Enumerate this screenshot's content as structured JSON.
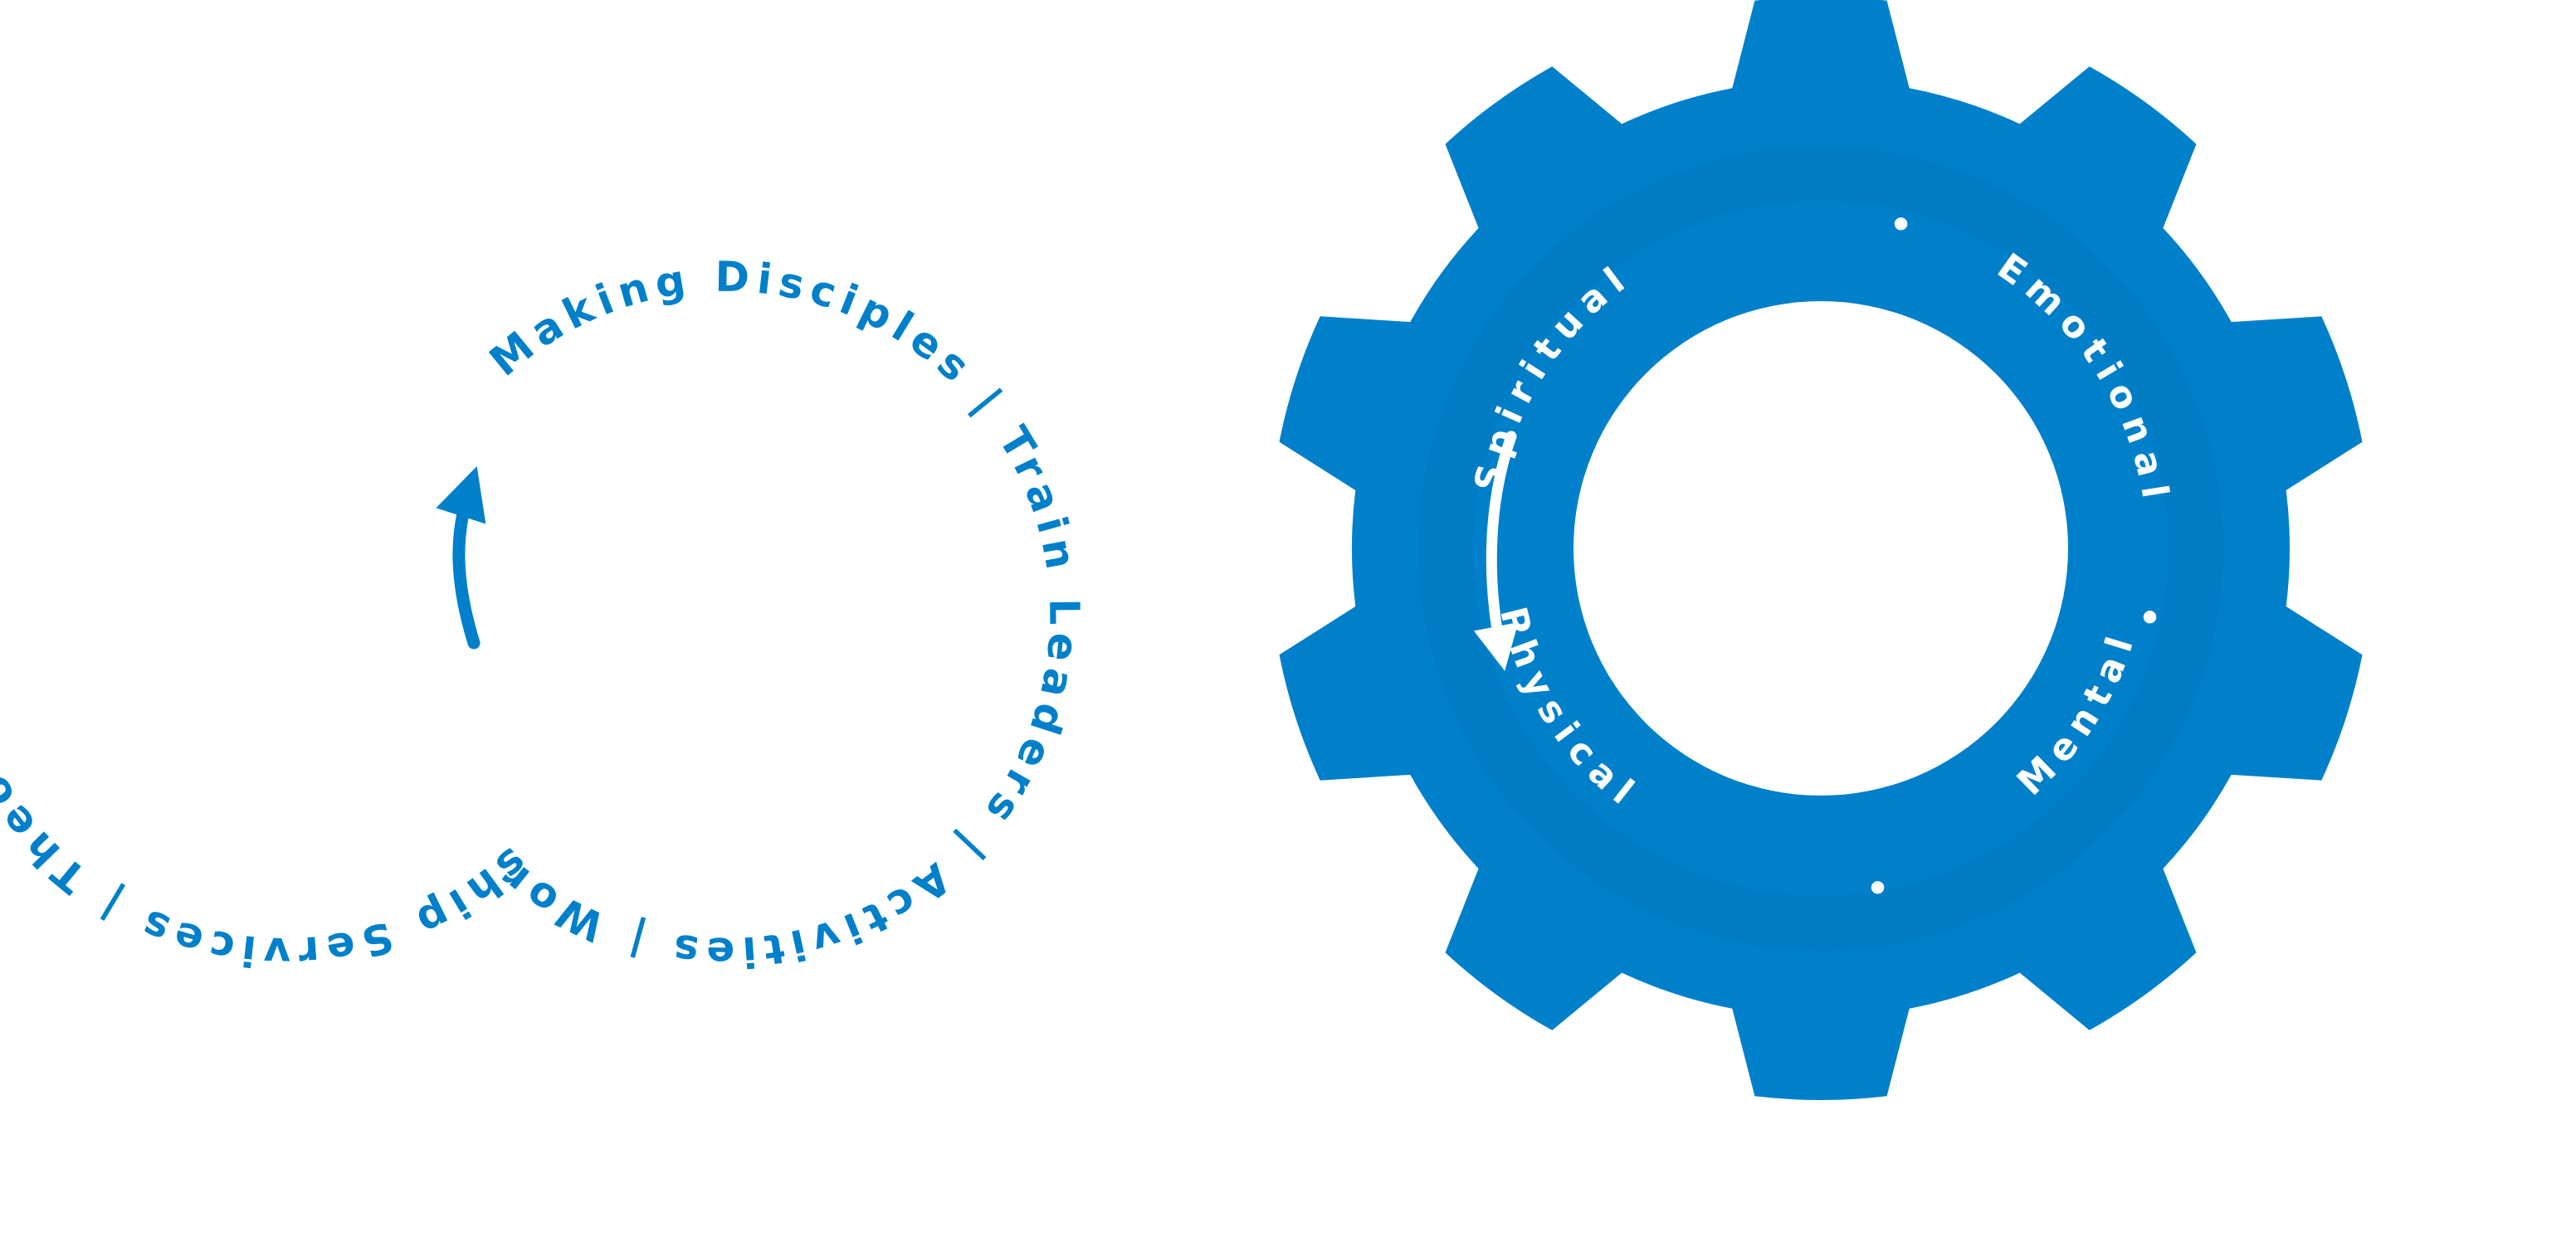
{
  "colors": {
    "primary": "#0080CA",
    "ring": "#0077BE",
    "background": "#FFFFFF",
    "gear_text": "#FFFFFF"
  },
  "outer_cycle": {
    "text": "Making Disciples | Train Leaders | Activities | Worship Services | Theological Ed.",
    "arrow_icon": "arrow-up-curved-icon"
  },
  "gear": {
    "labels": {
      "spiritual": "Spiritual",
      "emotional": "Emotional",
      "mental": "Mental",
      "physical": "Physical"
    },
    "separator": "•",
    "arrow_icon": "arrow-down-curved-icon"
  }
}
